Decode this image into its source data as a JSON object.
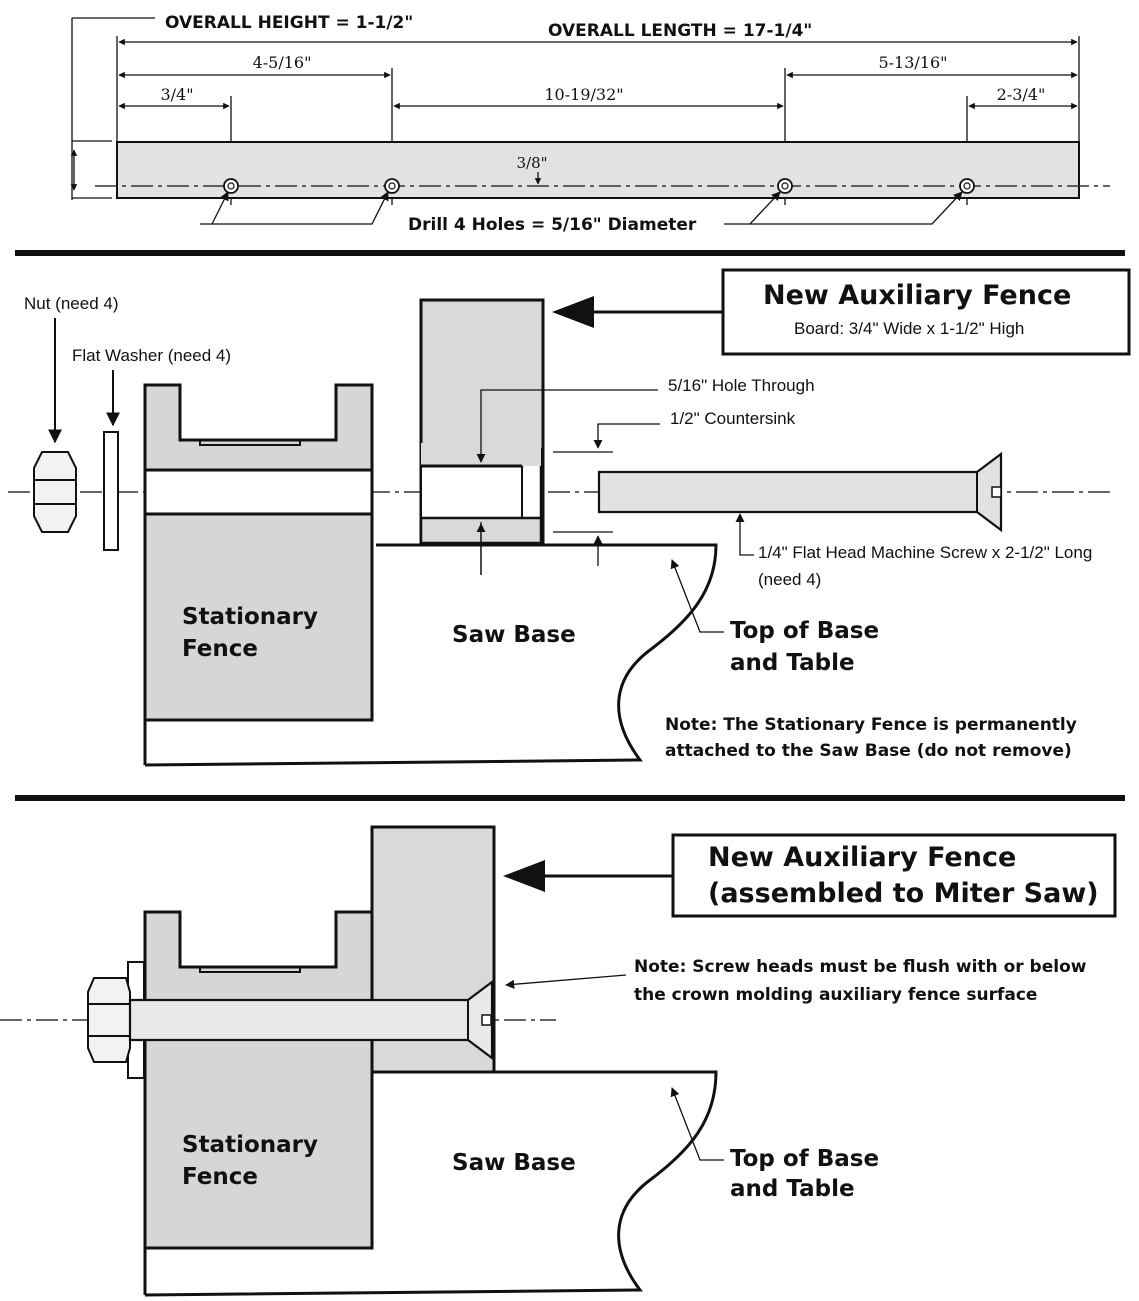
{
  "top_panel": {
    "overall_height": "OVERALL HEIGHT = 1-1/2\"",
    "overall_length": "OVERALL LENGTH = 17-1/4\"",
    "dim_4_5_16": "4-5/16\"",
    "dim_5_13_16": "5-13/16\"",
    "dim_3_4": "3/4\"",
    "dim_10_19_32": "10-19/32\"",
    "dim_2_3_4": "2-3/4\"",
    "dim_3_8": "3/8\"",
    "drill_note": "Drill 4 Holes = 5/16\" Diameter"
  },
  "middle_panel": {
    "nut_label": "Nut (need 4)",
    "washer_label": "Flat Washer (need 4)",
    "title": "New Auxiliary Fence",
    "subtitle": "Board: 3/4\" Wide x 1-1/2\" High",
    "hole_label": "5/16\" Hole Through",
    "countersink_label": "1/2\" Countersink",
    "screw_label_line1": "1/4\" Flat Head Machine Screw x 2-1/2\" Long",
    "screw_label_line2": "(need 4)",
    "stationary_line1": "Stationary",
    "stationary_line2": "Fence",
    "saw_base": "Saw Base",
    "top_base_line1": "Top of Base",
    "top_base_line2": "and Table",
    "note_line1": "Note: The Stationary Fence is permanently",
    "note_line2": "attached to the Saw Base (do not remove)"
  },
  "bottom_panel": {
    "title_line1": "New Auxiliary Fence",
    "title_line2": "(assembled to Miter Saw)",
    "note_line1": "Note: Screw heads must be flush with or below",
    "note_line2": "the crown molding auxiliary fence surface",
    "stationary_line1": "Stationary",
    "stationary_line2": "Fence",
    "saw_base": "Saw Base",
    "top_base_line1": "Top of Base",
    "top_base_line2": "and Table"
  }
}
